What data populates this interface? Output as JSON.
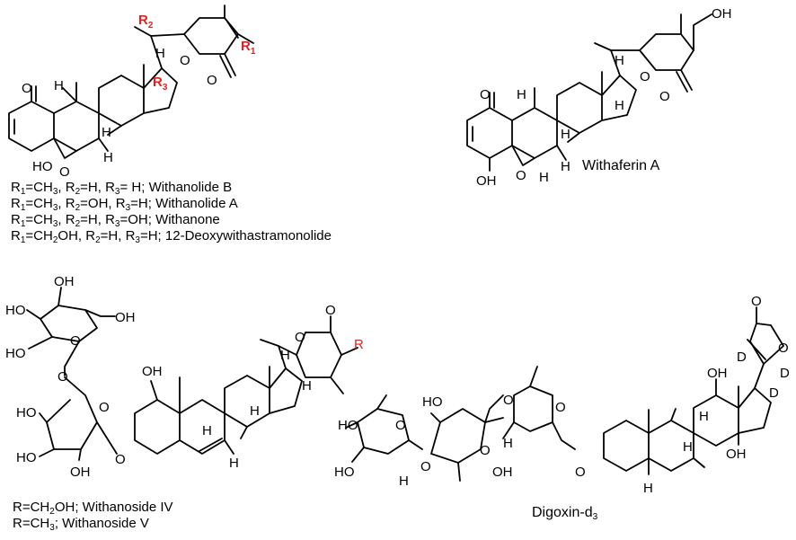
{
  "top_left": {
    "labels": {
      "r1": "R",
      "r1_sub": "1",
      "r2": "R",
      "r2_sub": "2",
      "r3": "R",
      "r3_sub": "3"
    },
    "definitions": [
      {
        "a": "R",
        "a_sub": "1",
        "b": "=CH",
        "b_sub": "3",
        "c": ", R",
        "c_sub": "2",
        "d": "=H, R",
        "d_sub": "3",
        "e": "= H; Withanolide B"
      },
      {
        "a": "R",
        "a_sub": "1",
        "b": "=CH",
        "b_sub": "3",
        "c": ", R",
        "c_sub": "2",
        "d": "=OH, R",
        "d_sub": "3",
        "e": "=H; Withanolide A"
      },
      {
        "a": "R",
        "a_sub": "1",
        "b": "=CH",
        "b_sub": "3",
        "c": ", R",
        "c_sub": "2",
        "d": "=H, R",
        "d_sub": "3",
        "e": "=OH; Withanone"
      },
      {
        "a": "R",
        "a_sub": "1",
        "b": "=CH",
        "b_sub": "2",
        "c": "OH, R",
        "c_sub": "2",
        "d": "=H, R",
        "d_sub": "3",
        "e": "=H; 12-Deoxywithastramonolide"
      }
    ]
  },
  "top_right": {
    "name": "Withaferin A"
  },
  "bottom_left": {
    "r_label": "R",
    "definitions": [
      {
        "a": "R=CH",
        "a_sub": "2",
        "b": "OH; Withanoside IV"
      },
      {
        "a": "R=CH",
        "a_sub": "3",
        "b": "; Withanoside V"
      }
    ]
  },
  "bottom_right": {
    "name": "Digoxin-d",
    "name_sub": "3"
  },
  "atoms": {
    "oh": "OH",
    "ho": "HO",
    "h": "H",
    "o": "O",
    "d": "D"
  }
}
